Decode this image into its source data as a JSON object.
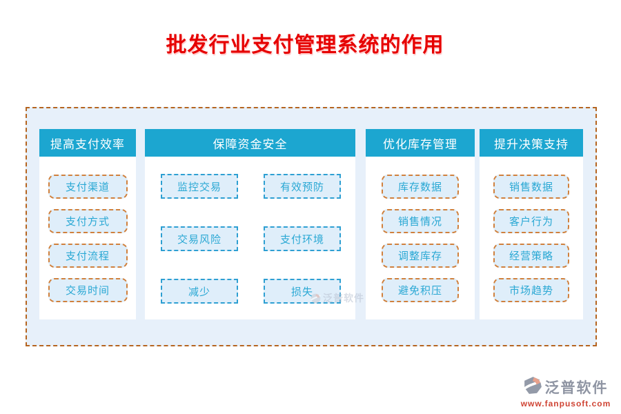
{
  "title": "批发行业支付管理系统的作用",
  "columns": [
    {
      "header": "提高支付效率",
      "style": "orange-rounded",
      "items": [
        "支付渠道",
        "支付方式",
        "支付流程",
        "交易时间"
      ]
    },
    {
      "header": "保障资金安全",
      "style": "blue-square",
      "items": [
        "监控交易",
        "有效预防",
        "交易风险",
        "支付环境",
        "减少",
        "损失"
      ]
    },
    {
      "header": "优化库存管理",
      "style": "orange-rounded",
      "items": [
        "库存数据",
        "销售情况",
        "调整库存",
        "避免积压"
      ]
    },
    {
      "header": "提升决策支持",
      "style": "orange-rounded",
      "items": [
        "销售数据",
        "客户行为",
        "经营策略",
        "市场趋势"
      ]
    }
  ],
  "watermark": {
    "brand": "泛普软件"
  },
  "footer": {
    "brand": "泛普软件",
    "url": "www.fanpusoft.com"
  },
  "colors": {
    "title_red": "#e60000",
    "header_teal": "#1ca6d0",
    "outer_border_orange": "#b5641f",
    "outer_background": "#e7f0fa",
    "box_background": "#dfeefa",
    "box_border_orange": "#d0803c",
    "box_border_blue": "#2d9fd2",
    "box_text_cyan": "#2aa8d4",
    "brand_gray": "#8f95a3",
    "url_red": "#cf4333"
  }
}
